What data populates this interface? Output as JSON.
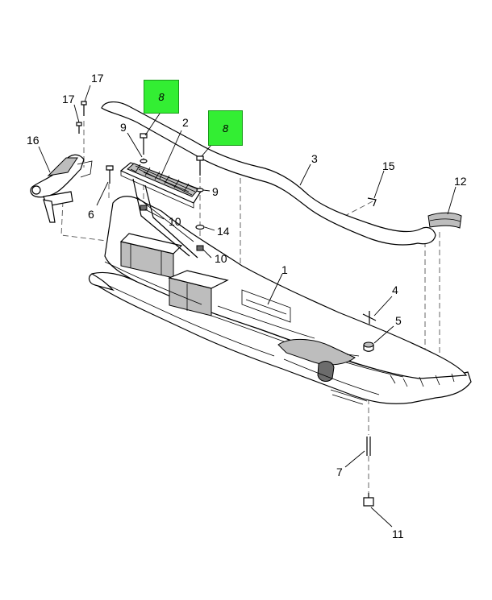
{
  "callouts": {
    "c1": "1",
    "c2": "2",
    "c3": "3",
    "c4": "4",
    "c5": "5",
    "c6": "6",
    "c7": "7",
    "c8a": "8",
    "c8b": "8",
    "c9a": "9",
    "c9b": "9",
    "c10a": "10",
    "c10b": "10",
    "c11": "11",
    "c12": "12",
    "c14": "14",
    "c15": "15",
    "c16": "16",
    "c17a": "17",
    "c17b": "17"
  },
  "colors": {
    "highlight": "#33ee33",
    "line": "#000000",
    "shade": "#bdbdbd"
  }
}
